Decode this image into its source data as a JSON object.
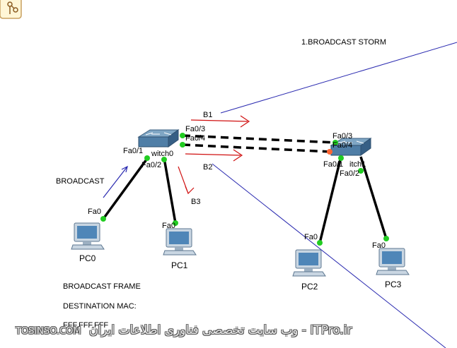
{
  "toolbar": {
    "icon": "network-icon"
  },
  "title": "1.BROADCAST STORM",
  "devices": {
    "switch0": {
      "label": "witch0",
      "ports": [
        "Fa0/1",
        "Fa0/2",
        "Fa0/3",
        "Fa0/4"
      ]
    },
    "switch1": {
      "label": "itch1",
      "ports": [
        "Fa0/1",
        "Fa0/2",
        "Fa0/3",
        "Fa0/4"
      ]
    },
    "pcs": [
      {
        "label": "PC0",
        "port": "Fa0"
      },
      {
        "label": "PC1",
        "port": "Fa0"
      },
      {
        "label": "PC2",
        "port": "Fa0"
      },
      {
        "label": "PC3",
        "port": "Fa0"
      }
    ]
  },
  "annotations": {
    "b1": "B1",
    "b2": "B2",
    "b3": "B3",
    "broadcast": "BROADCAST",
    "frame_lines": [
      "BROADCAST FRAME",
      "DESTINATION MAC:",
      "FFF.FFF.FFF"
    ]
  },
  "watermark": {
    "site": "TOSINSO.COM",
    "text": "ITPro.ir - وب سایت تخصصی فناوری اطلاعات ایران"
  },
  "colors": {
    "link": "#000000",
    "link_up": "#22cc22",
    "link_blocked": "#ff6633",
    "pen_red": "#d01010",
    "pen_blue": "#2a2ab0"
  }
}
